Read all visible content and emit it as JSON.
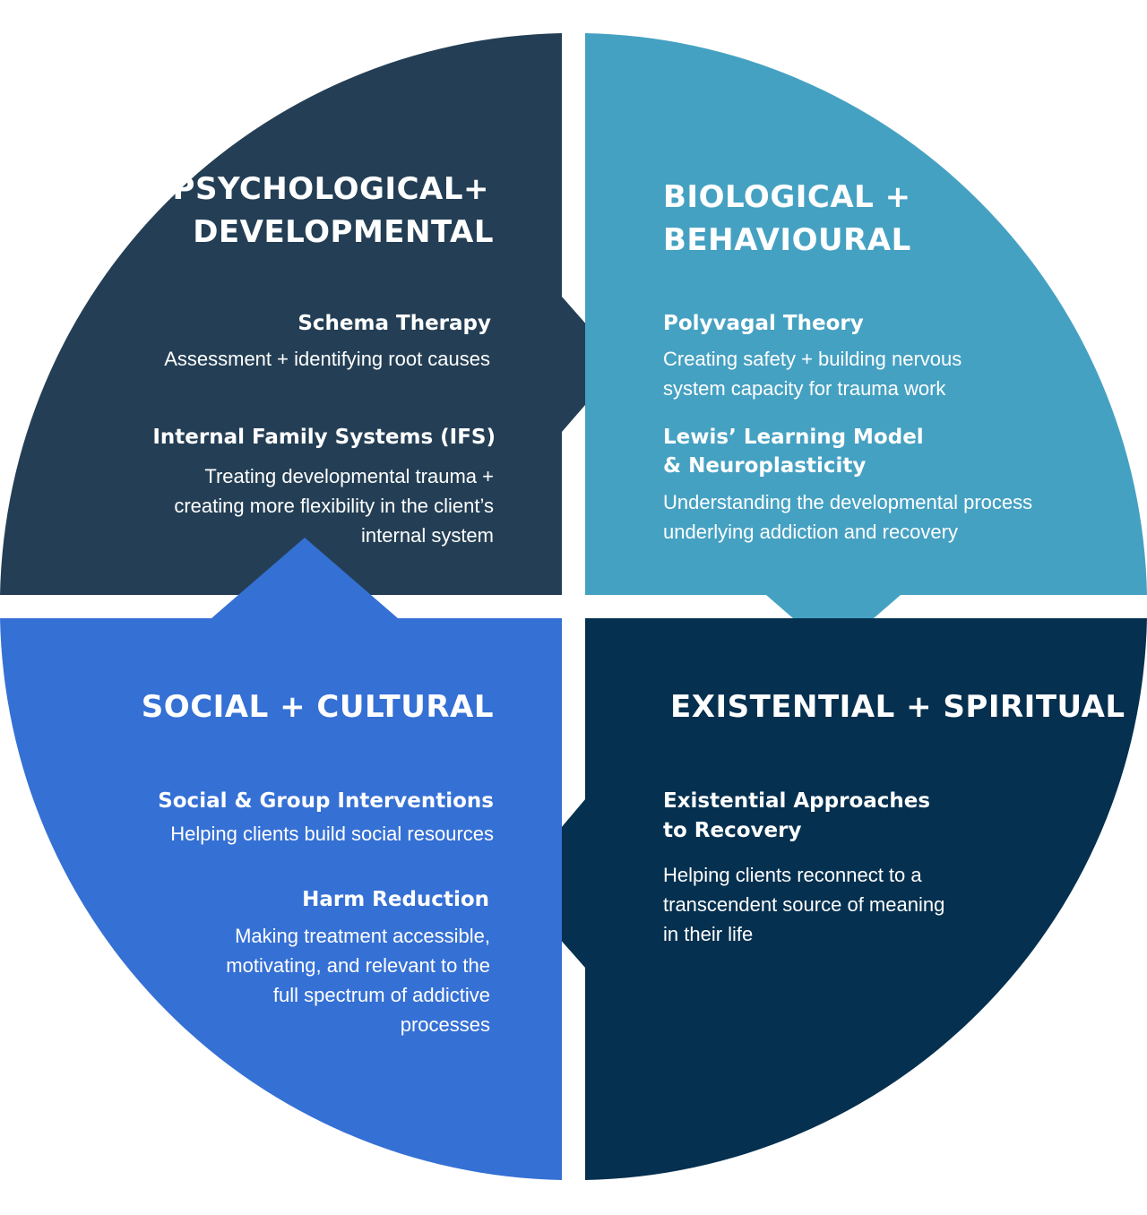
{
  "colors": {
    "psychological": "#243f55",
    "biological": "#45a1c2",
    "social": "#3570d4",
    "existential": "#05304f",
    "text": "#ffffff",
    "background": "#ffffff"
  },
  "quadrants": {
    "psychological": {
      "title_line1": "PSYCHOLOGICAL+",
      "title_line2": "DEVELOPMENTAL",
      "items": [
        {
          "title": "Schema Therapy",
          "desc": [
            "Assessment + identifying root causes"
          ]
        },
        {
          "title": "Internal Family Systems (IFS)",
          "desc": [
            "Treating developmental trauma +",
            "creating more flexibility in the client’s",
            "internal system"
          ]
        }
      ]
    },
    "biological": {
      "title_line1": "BIOLOGICAL +",
      "title_line2": "BEHAVIOURAL",
      "items": [
        {
          "title": "Polyvagal Theory",
          "desc": [
            "Creating safety + building nervous",
            "system capacity for trauma work"
          ]
        },
        {
          "title_lines": [
            "Lewis’ Learning Model",
            "& Neuroplasticity"
          ],
          "desc": [
            "Understanding the developmental process",
            "underlying addiction and recovery"
          ]
        }
      ]
    },
    "social": {
      "title_line1": "SOCIAL + CULTURAL",
      "items": [
        {
          "title": "Social & Group Interventions",
          "desc": [
            "Helping clients build social resources"
          ]
        },
        {
          "title": "Harm Reduction",
          "desc": [
            "Making treatment accessible,",
            "motivating, and relevant to the",
            "full spectrum of addictive",
            "processes"
          ]
        }
      ]
    },
    "existential": {
      "title_line1": "EXISTENTIAL + SPIRITUAL",
      "items": [
        {
          "title_lines": [
            "Existential Approaches",
            "to Recovery"
          ],
          "desc": [
            "Helping clients reconnect to a",
            "transcendent source of meaning",
            "in their life"
          ]
        }
      ]
    }
  }
}
